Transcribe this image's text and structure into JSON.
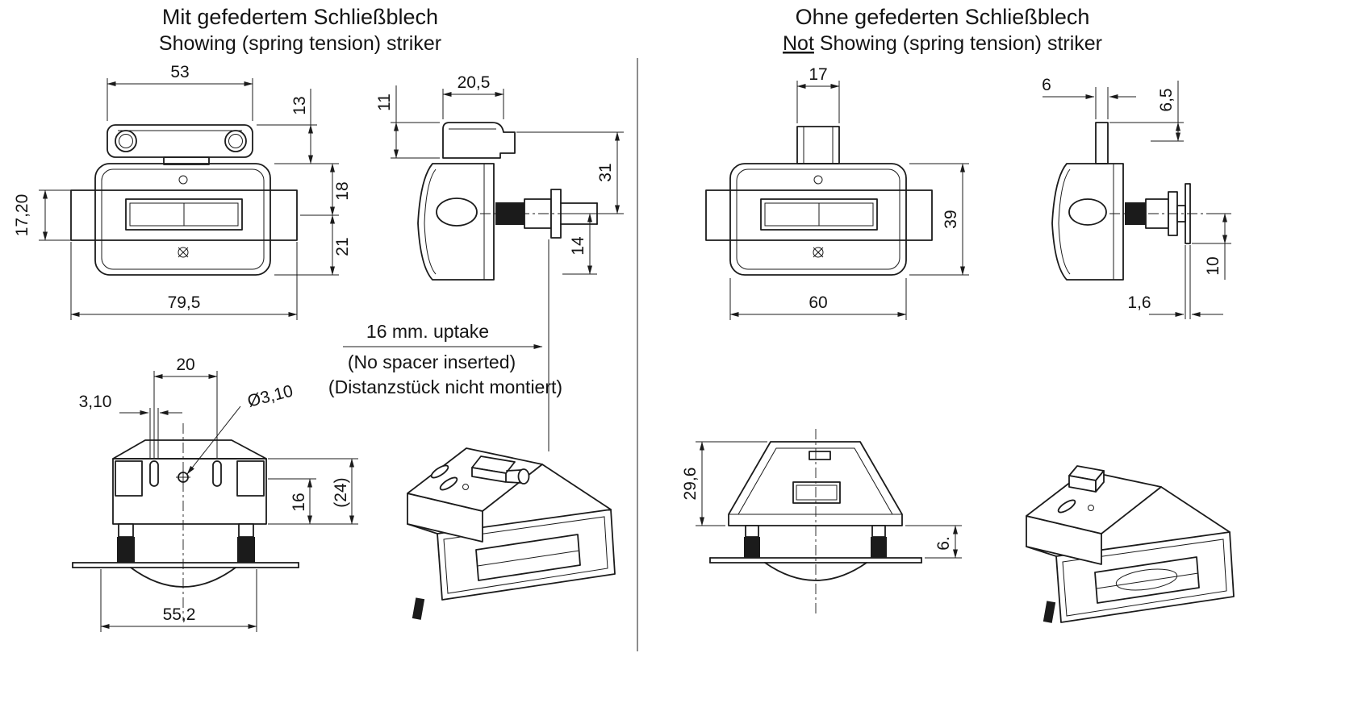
{
  "page": {
    "background": "#ffffff",
    "line_color": "#1b1b1b"
  },
  "header": {
    "left_title_de": "Mit gefedertem Schließblech",
    "left_title_en": "Showing (spring tension) striker",
    "right_title_de": "Ohne gefederten Schließblech",
    "right_title_en_underlined": "Not",
    "right_title_en_rest": " Showing (spring tension) striker"
  },
  "notes": {
    "uptake_line1_en": "16 mm. uptake",
    "uptake_line2_en": "(No spacer inserted)",
    "uptake_line3_de": "(Distanzstück nicht montiert)"
  },
  "views": {
    "left_front": {
      "striker_width": "53",
      "striker_offset": "13",
      "plate_height": "17,20",
      "upper_height": "18",
      "lower_height": "21",
      "total_width": "79,5"
    },
    "left_side": {
      "striker_height": "11",
      "striker_depth": "20,5",
      "height_to_axis": "31",
      "below_axis": "14"
    },
    "left_bottom": {
      "slot_spacing": "20",
      "slot_width": "3,10",
      "hole_diameter": "Ø3,10",
      "depth": "16",
      "depth_ref": "(24)",
      "plate_span": "55,2"
    },
    "right_front": {
      "tab_width": "17",
      "body_height": "39",
      "body_width": "60"
    },
    "right_side": {
      "tab_thickness": "6",
      "top_offset": "6,5",
      "below_axis": "10",
      "plate_thickness": "1,6"
    },
    "right_bottom": {
      "height": "29,6",
      "gap": "6."
    }
  }
}
